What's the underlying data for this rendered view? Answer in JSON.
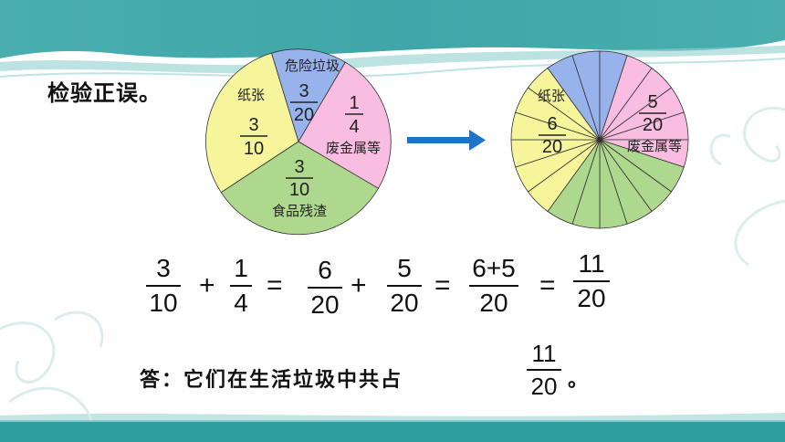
{
  "heading": "检验正误。",
  "colors": {
    "teal": "#2f9ea1",
    "paper_yellow": "#f7f59b",
    "hazard_blue": "#98b3ec",
    "metal_pink": "#f8bde0",
    "food_green": "#aed88e",
    "arrow_blue": "#1e74c6"
  },
  "pie_left": {
    "paper_label": "纸张",
    "paper_num": "3",
    "paper_den": "10",
    "hazard_label": "危险垃圾",
    "hazard_num": "3",
    "hazard_den": "20",
    "metal_num": "1",
    "metal_den": "4",
    "metal_label": "废金属等",
    "food_num": "3",
    "food_den": "10",
    "food_label": "食品残渣"
  },
  "pie_right": {
    "paper_label": "纸张",
    "paper_num": "6",
    "paper_den": "20",
    "metal_num": "5",
    "metal_den": "20",
    "metal_label": "废金属等"
  },
  "equation": {
    "f1_num": "3",
    "f1_den": "10",
    "op1": "+",
    "f2_num": "1",
    "f2_den": "4",
    "op2": "=",
    "f3_num": "6",
    "f3_den": "20",
    "op3": "+",
    "f4_num": "5",
    "f4_den": "20",
    "op4": "=",
    "f5_num": "6+5",
    "f5_den": "20",
    "op5": "=",
    "f6_num": "11",
    "f6_den": "20"
  },
  "answer": {
    "text": "答：它们在生活垃圾中共占",
    "num": "11",
    "den": "20",
    "period": "。"
  }
}
